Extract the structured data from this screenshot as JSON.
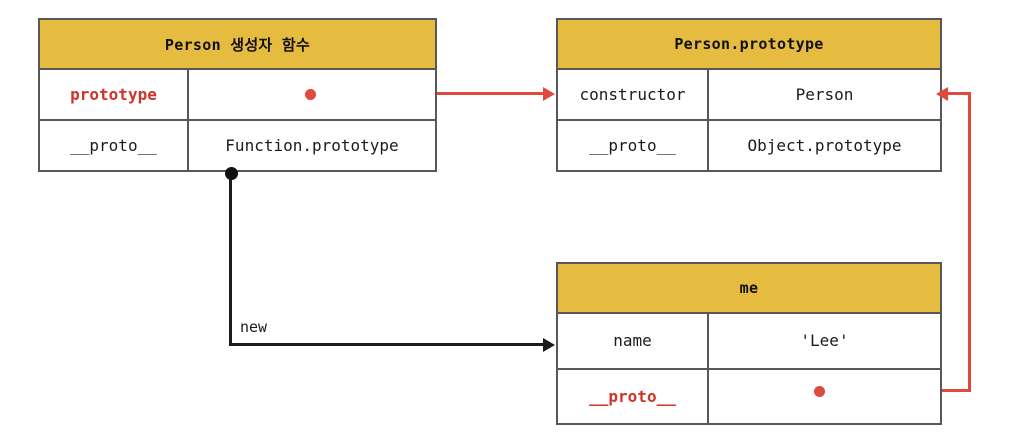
{
  "diagram": {
    "title_semantics": "javascript-prototype-chain-diagram",
    "colors": {
      "header_gold": "#e6bc40",
      "accent_red": "#e0493c",
      "text_red": "#d03327",
      "border_gray": "#58585a",
      "line_black": "#1b1b1b",
      "background": "#ffffff"
    },
    "tables": [
      {
        "id": "person-constructor",
        "header": "Person 생성자 함수",
        "rows": [
          {
            "key": "prototype",
            "key_style": "red-bold",
            "value": ""
          },
          {
            "key": "__proto__",
            "key_style": "normal",
            "value": "Function.prototype"
          }
        ]
      },
      {
        "id": "person-prototype",
        "header": "Person.prototype",
        "rows": [
          {
            "key": "constructor",
            "key_style": "normal",
            "value": "Person"
          },
          {
            "key": "__proto__",
            "key_style": "normal",
            "value": "Object.prototype"
          }
        ]
      },
      {
        "id": "me-object",
        "header": "me",
        "rows": [
          {
            "key": "name",
            "key_style": "normal",
            "value": "'Lee'"
          },
          {
            "key": "__proto__",
            "key_style": "red-bold",
            "value": ""
          }
        ]
      }
    ],
    "edges": [
      {
        "id": "prototype-to-person-prototype",
        "label": "",
        "color": "red",
        "from": "person-constructor.prototype",
        "to": "person-prototype.constructor"
      },
      {
        "id": "new-instance-edge",
        "label": "new",
        "color": "black",
        "from": "person-constructor.__proto__ row bottom junction",
        "to": "me-object.name"
      },
      {
        "id": "me-proto-to-person-prototype",
        "label": "",
        "color": "red",
        "from": "me-object.__proto__",
        "to": "person-prototype.constructor"
      }
    ]
  }
}
